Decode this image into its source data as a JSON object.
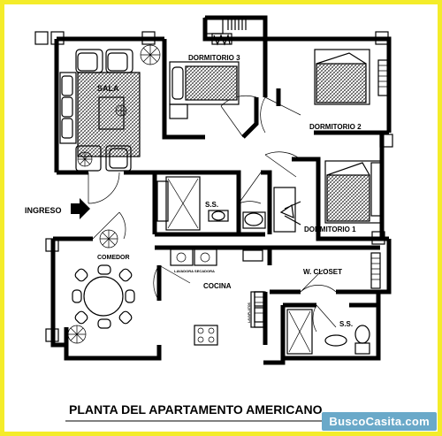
{
  "title": "PLANTA DEL APARTAMENTO AMERICANO",
  "watermark": "BuscoCasita.com",
  "colors": {
    "frame": "#f4ec2a",
    "lines": "#000000",
    "watermark_bg": "#6aa9c9"
  },
  "rooms": {
    "sala": "SALA",
    "dormitorio_3": "DORMITORIO 3",
    "dormitorio_2": "DORMITORIO 2",
    "dormitorio_1": "DORMITORIO 1",
    "ss_1": "S.S.",
    "ss_2": "S.S.",
    "ingreso": "INGRESO",
    "comedor": "COMEDOR",
    "cocina": "COCINA",
    "lavandora": "LAVADORA SECADORA",
    "lavaplatos": "LAVAPLATOS",
    "w_closet": "W. CLOSET"
  },
  "icons": [
    "arrow-right-icon",
    "plant-icon",
    "bed-icon",
    "toilet-icon",
    "chair-icon",
    "table-icon",
    "stove-icon",
    "sink-icon",
    "lamp-icon"
  ]
}
